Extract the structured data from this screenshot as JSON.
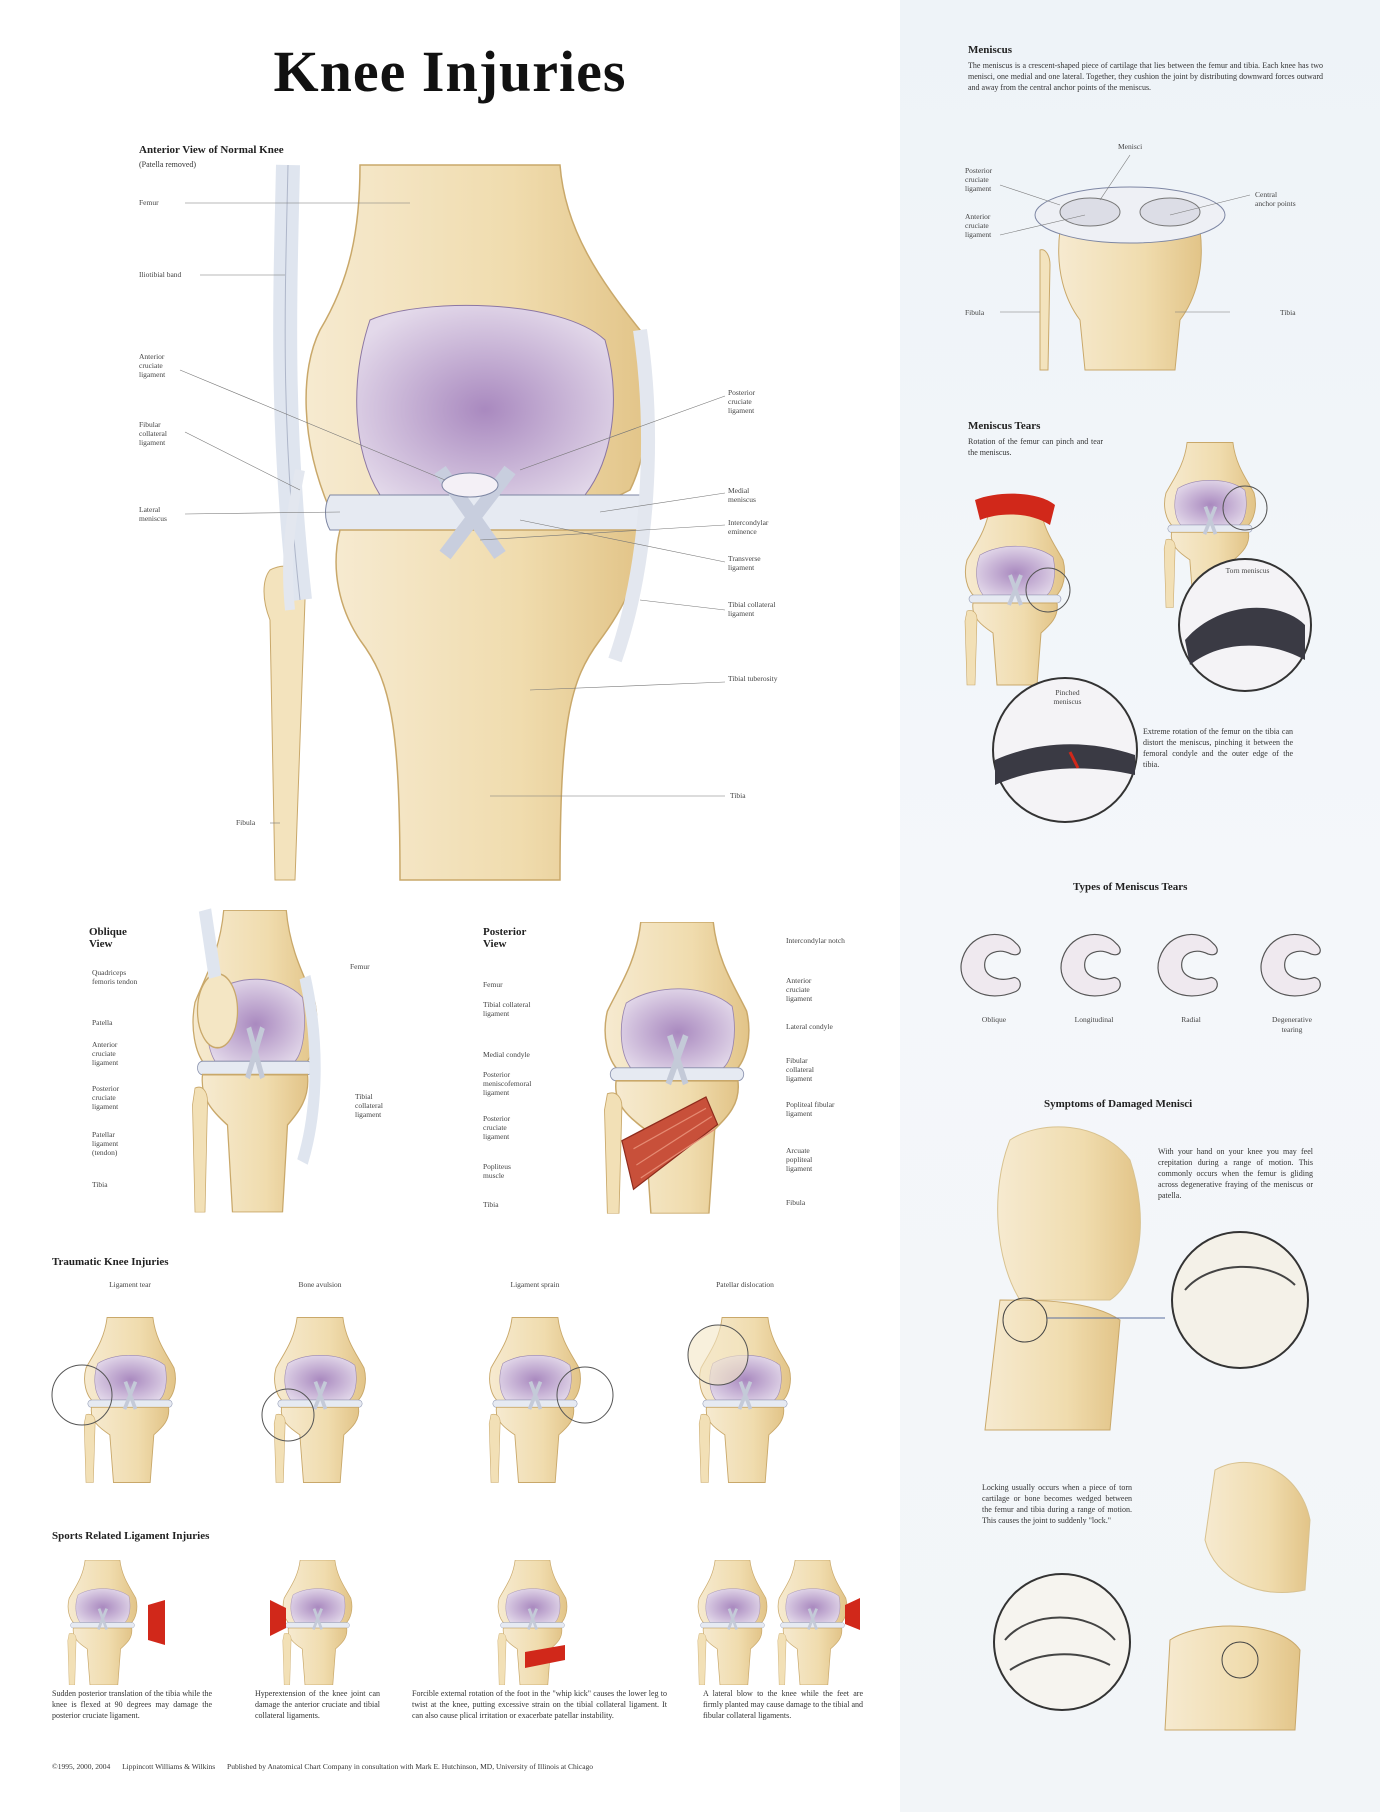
{
  "title": "Knee Injuries",
  "anterior": {
    "heading": "Anterior View of Normal Knee",
    "subheading": "(Patella removed)",
    "labels_left": [
      "Femur",
      "Iliotibial band",
      "Anterior cruciate ligament",
      "Fibular collateral ligament",
      "Lateral meniscus",
      "Fibula"
    ],
    "labels_right": [
      "Posterior cruciate ligament",
      "Medial meniscus",
      "Intercondylar eminence",
      "Transverse ligament",
      "Tibial collateral ligament",
      "Tibial tuberosity",
      "Tibia"
    ]
  },
  "oblique": {
    "heading": "Oblique View",
    "labels_left": [
      "Quadriceps femoris tendon",
      "Patella",
      "Anterior cruciate ligament",
      "Posterior cruciate ligament",
      "Patellar ligament (tendon)",
      "Tibia"
    ],
    "labels_right": [
      "Femur",
      "Tibial collateral ligament"
    ]
  },
  "posterior": {
    "heading": "Posterior View",
    "labels_left": [
      "Femur",
      "Tibial collateral ligament",
      "Medial condyle",
      "Posterior meniscofemoral ligament",
      "Posterior cruciate ligament",
      "Popliteus muscle",
      "Tibia"
    ],
    "labels_right": [
      "Intercondylar notch",
      "Anterior cruciate ligament",
      "Lateral condyle",
      "Fibular collateral ligament",
      "Popliteal fibular ligament",
      "Arcuate popliteal ligament",
      "Fibula"
    ]
  },
  "traumatic": {
    "heading": "Traumatic Knee Injuries",
    "items": [
      "Ligament tear",
      "Bone avulsion",
      "Ligament sprain",
      "Patellar dislocation"
    ]
  },
  "sports": {
    "heading": "Sports Related Ligament Injuries",
    "captions": [
      "Sudden posterior translation of the tibia while the knee is flexed at 90 degrees may damage the posterior cruciate ligament.",
      "Hyperextension of the knee joint can damage the anterior cruciate and tibial collateral ligaments.",
      "Forcible external rotation of the foot in the \"whip kick\" causes the lower leg to twist at the knee, putting excessive strain on the tibial collateral ligament. It can also cause plical irritation or exacerbate patellar instability.",
      "A lateral blow to the knee while the feet are firmly planted may cause damage to the tibial and fibular collateral ligaments."
    ]
  },
  "footer": {
    "copyright": "©1995, 2000, 2004",
    "illustrator": "Lippincott Williams & Wilkins",
    "publisher": "Published by Anatomical Chart Company in consultation with Mark E. Hutchinson, MD, University of Illinois at Chicago"
  },
  "meniscus": {
    "heading": "Meniscus",
    "text": "The meniscus is a crescent-shaped piece of cartilage that lies between the femur and tibia. Each knee has two menisci, one medial and one lateral. Together, they cushion the joint by distributing downward forces outward and away from the central anchor points of the meniscus.",
    "labels": {
      "menisci": "Menisci",
      "pcl": "Posterior cruciate ligament",
      "acl": "Anterior cruciate ligament",
      "anchor": "Central anchor points",
      "fibula": "Fibula",
      "tibia": "Tibia"
    }
  },
  "tears": {
    "heading": "Meniscus Tears",
    "text": "Rotation of the femur can pinch and tear the meniscus.",
    "torn_label": "Torn meniscus",
    "pinched_label": "Pinched meniscus",
    "rotation_text": "Extreme rotation of the femur on the tibia can distort the meniscus, pinching it between the femoral condyle and the outer edge of the tibia."
  },
  "types": {
    "heading": "Types of Meniscus Tears",
    "items": [
      "Oblique",
      "Longitudinal",
      "Radial",
      "Degenerative tearing"
    ]
  },
  "symptoms": {
    "heading": "Symptoms of Damaged Menisci",
    "crepitation_text": "With your hand on your knee you may feel crepitation during a range of motion. This commonly occurs when the femur is gliding across degenerative fraying of the meniscus or patella.",
    "locking_text": "Locking usually occurs when a piece of torn cartilage or bone becomes wedged between the femur and tibia during a range of motion. This causes the joint to suddenly \"lock.\""
  },
  "colors": {
    "bone": "#f2e2bc",
    "cartilage": "#d6c8e2",
    "ligament": "#e2e7f0",
    "injury": "#c8321e",
    "panel": "#eef3f8"
  }
}
